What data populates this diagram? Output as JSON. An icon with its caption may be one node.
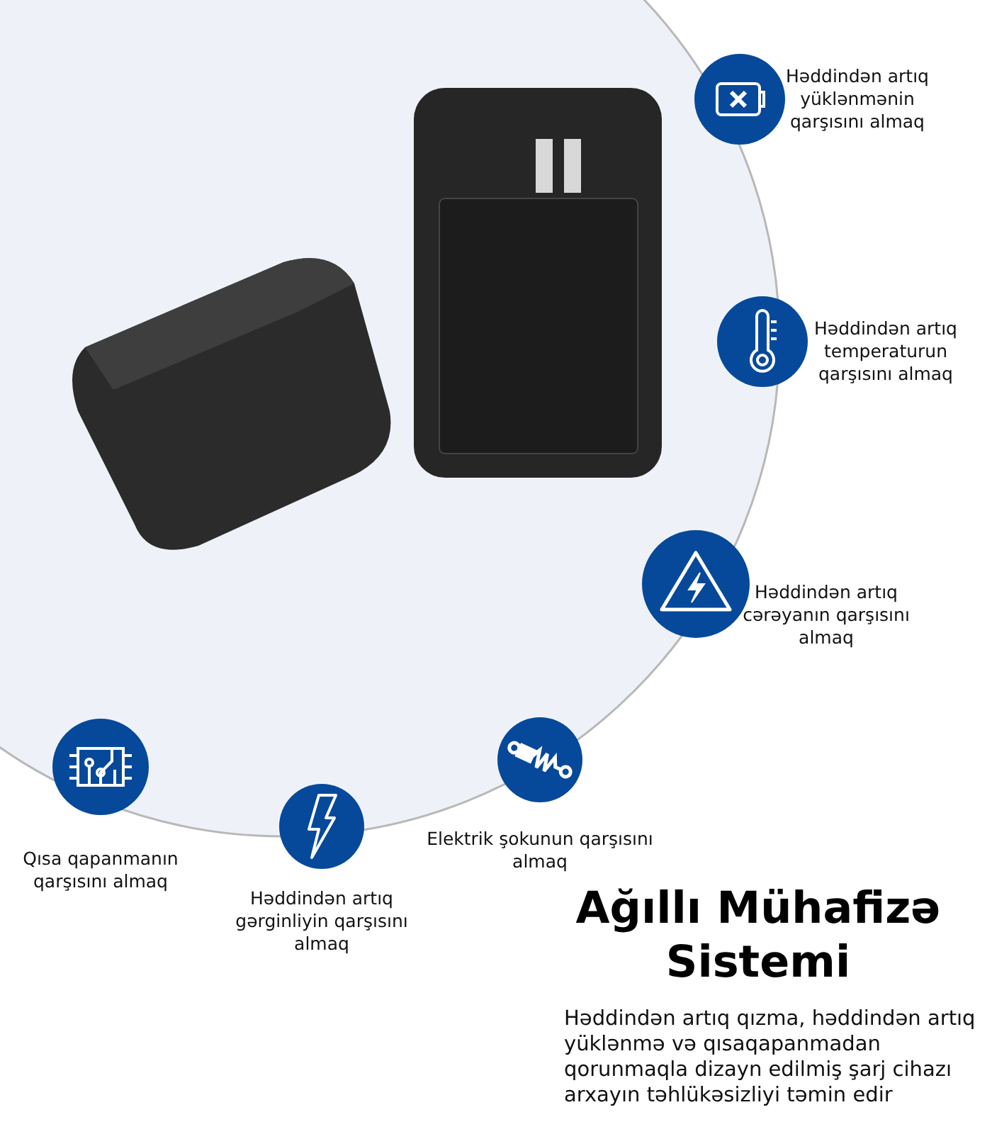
{
  "diagram": {
    "title": "Ağıllı Mühafizə Sistemi",
    "nodes": [
      {
        "text": [],
        "shape": "circle",
        "beside": [
          "Həddindən artıq yüklənmənin qarşısını almaq"
        ]
      },
      {
        "text": [],
        "shape": "circle",
        "beside": [
          "Həddindən artıq temperaturun qarşısını almaq"
        ]
      },
      {
        "text": [],
        "shape": "circle",
        "beside": [
          "Həddindən artıq cərəyanın qarşısını almaq"
        ]
      },
      {
        "text": [],
        "shape": "circle",
        "beside": [
          "Qısa qapanmanın qarşısını almaq"
        ]
      },
      {
        "text": [],
        "shape": "circle",
        "beside": [
          "Həddindən artıq gərginliyin qarşısını almaq"
        ]
      },
      {
        "text": [],
        "shape": "circle",
        "beside": [
          "Elektrik şokunun qarşısını almaq"
        ]
      }
    ],
    "labels": [
      "Həddindən artıq qızma, həddindən artıq yüklənmə və qısaqapanmadan qorunmaqla dizayn edilmiş şarj cihazı arxayın təhlükəsizliyi təmin edir"
    ]
  }
}
